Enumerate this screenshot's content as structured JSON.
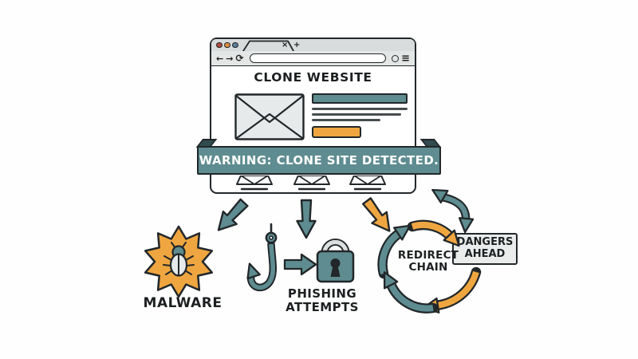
{
  "browser": {
    "title": "CLONE WEBSITE",
    "warning_banner": "WARNING: CLONE SITE DETECTED.",
    "tab": {
      "close_glyph": "×",
      "new_tab_glyph": "+"
    },
    "nav": {
      "back_glyph": "←",
      "forward_glyph": "→",
      "refresh_glyph": "⟳",
      "menu_glyph": "≡"
    }
  },
  "threats": {
    "malware": {
      "label": "MALWARE"
    },
    "phishing": {
      "label": "PHISHING ATTEMPTS"
    },
    "redirect_chain": {
      "label": "REDIRECT CHAIN"
    },
    "dangers_ahead": {
      "label": "DANGERS AHEAD"
    }
  },
  "icons": {
    "window_controls": "three-dots",
    "browser_content": "envelope",
    "malware": "bug-in-starburst",
    "phishing": "fish-hook-and-padlock",
    "redirect_chain": "circular-arrows-cycle",
    "connectors": "hand-drawn-arrows"
  },
  "colors": {
    "background": "#FEFEFE",
    "outline": "#22272A",
    "text": "#1D2021",
    "teal": "#5E8C90",
    "teal_dark_fold": "#314C4F",
    "orange": "#EFA640",
    "chrome": "#D9DCDC",
    "chrome_light": "#E4E6E6",
    "fill_gray": "#E7EAEA",
    "sign_gray": "#EAECEC",
    "line_gray": "#474C4E",
    "shackle": "#DCDFDF",
    "dot_red": "#B04A3C",
    "dot_orange": "#D98E3E",
    "dot_blue": "#5B7E99"
  }
}
